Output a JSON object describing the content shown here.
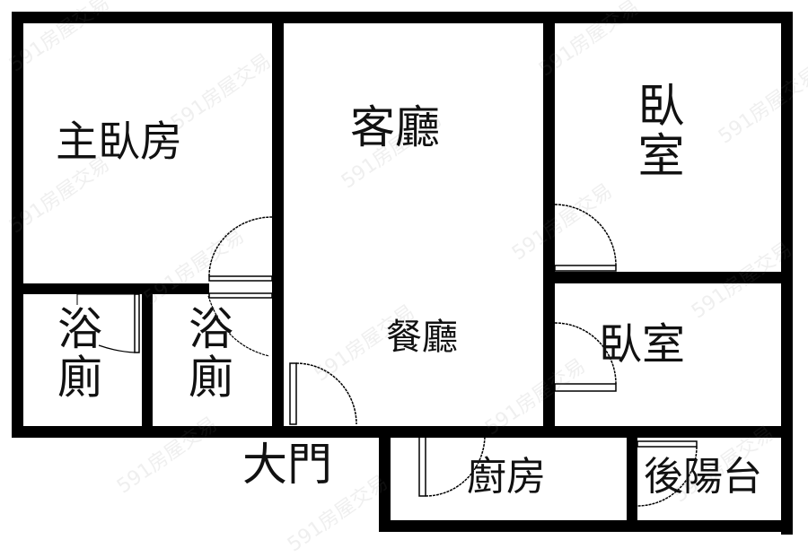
{
  "floorplan": {
    "colors": {
      "wall": "#000000",
      "background": "#ffffff",
      "text": "#111111"
    },
    "rooms": [
      {
        "id": "master-bedroom",
        "label": "主臥房"
      },
      {
        "id": "living-room",
        "label": "客廳"
      },
      {
        "id": "bedroom-1",
        "label": "臥室"
      },
      {
        "id": "bathroom-1",
        "label": "浴廁"
      },
      {
        "id": "bathroom-2",
        "label": "浴廁"
      },
      {
        "id": "dining-room",
        "label": "餐廳"
      },
      {
        "id": "bedroom-2",
        "label": "臥室"
      },
      {
        "id": "kitchen",
        "label": "廚房"
      },
      {
        "id": "rear-balcony",
        "label": "後陽台"
      }
    ],
    "entrance": {
      "label": "大門"
    },
    "watermark": "591房屋交易"
  }
}
